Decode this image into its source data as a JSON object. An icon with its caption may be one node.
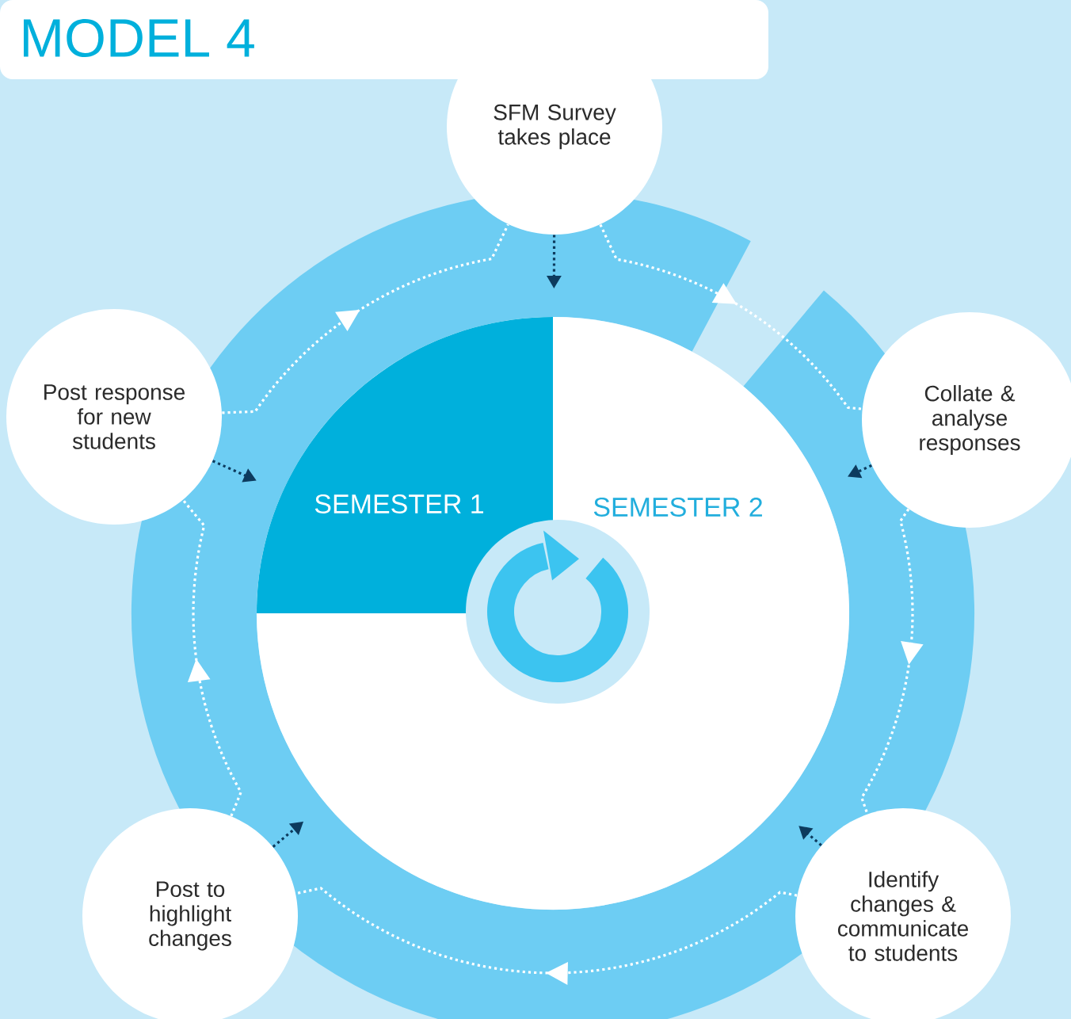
{
  "diagram": {
    "title": "MODEL 4",
    "nodes": [
      {
        "text": [
          "SFM Survey takes place"
        ]
      },
      {
        "text": [
          "Collate & analyse responses"
        ]
      },
      {
        "text": [
          "Identify changes & communicate to students"
        ]
      },
      {
        "text": [
          "Post to highlight changes"
        ]
      },
      {
        "text": [
          "Post response for new students"
        ]
      },
      {
        "text": [
          "SEMESTER 2"
        ]
      },
      {
        "text": [
          "SEMESTER 1"
        ],
        "in": 5
      }
    ],
    "edges": [
      {
        "from": 0,
        "to": 1,
        "arrow": "to",
        "style": "dashed"
      },
      {
        "from": 1,
        "to": 2,
        "arrow": "to",
        "style": "dashed"
      },
      {
        "from": 2,
        "to": 3,
        "arrow": "to",
        "style": "dashed"
      },
      {
        "from": 3,
        "to": 4,
        "arrow": "to",
        "style": "dashed"
      },
      {
        "from": 4,
        "to": 0,
        "arrow": "to",
        "style": "dashed"
      },
      {
        "from": 0,
        "to": null,
        "arrow": "to",
        "style": "dashed",
        "color": "#0d3b5e"
      },
      {
        "from": 1,
        "to": null,
        "arrow": "to",
        "style": "dashed",
        "color": "#0d3b5e"
      },
      {
        "from": 2,
        "to": null,
        "arrow": "to",
        "style": "dashed",
        "color": "#0d3b5e"
      },
      {
        "from": 3,
        "to": null,
        "arrow": "to",
        "style": "dashed",
        "color": "#0d3b5e"
      },
      {
        "from": 4,
        "to": null,
        "arrow": "to",
        "style": "dashed",
        "color": "#0d3b5e"
      }
    ]
  }
}
